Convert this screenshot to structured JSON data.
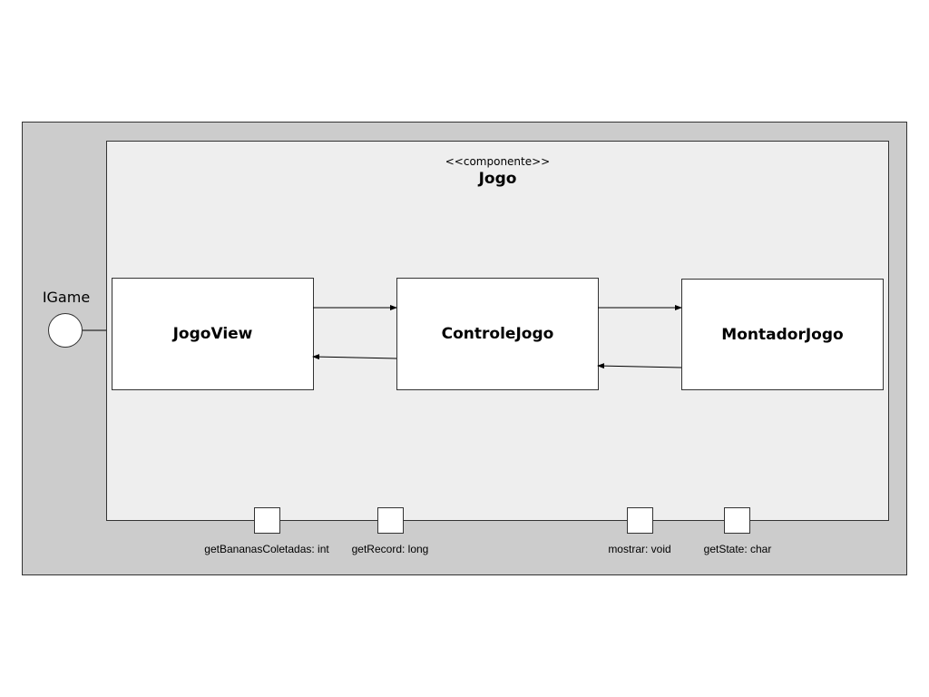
{
  "component": {
    "stereotype": "<<componente>>",
    "name": "Jogo"
  },
  "interface": {
    "name": "IGame",
    "icon": "provided-interface-lollipop-icon"
  },
  "classes": [
    {
      "name": "JogoView"
    },
    {
      "name": "ControleJogo"
    },
    {
      "name": "MontadorJogo"
    }
  ],
  "ports": [
    {
      "label": "getBananasColetadas: int"
    },
    {
      "label": "getRecord: long"
    },
    {
      "label": "mostrar: void"
    },
    {
      "label": "getState: char"
    }
  ],
  "connections": [
    {
      "from": "JogoView",
      "to": "ControleJogo"
    },
    {
      "from": "ControleJogo",
      "to": "JogoView"
    },
    {
      "from": "ControleJogo",
      "to": "MontadorJogo"
    },
    {
      "from": "MontadorJogo",
      "to": "ControleJogo"
    }
  ],
  "colors": {
    "outer_background": "#cccccc",
    "component_background": "#eeeeee",
    "box_background": "#ffffff",
    "stroke": "#333333"
  }
}
